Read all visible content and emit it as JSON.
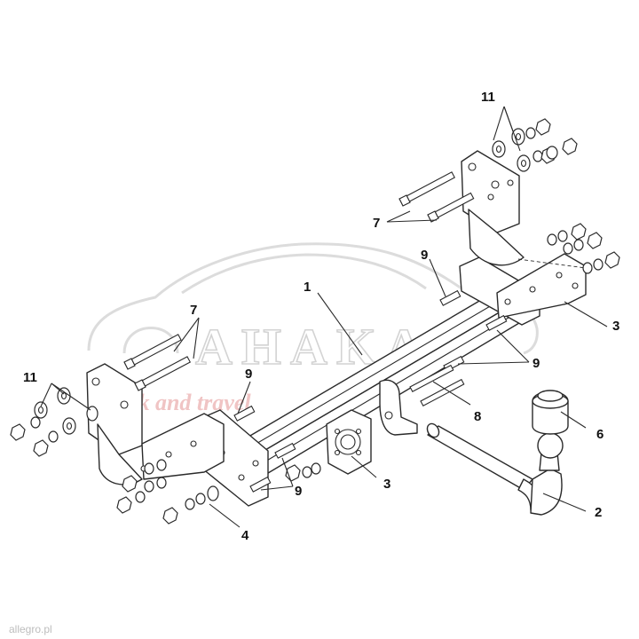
{
  "watermark": {
    "brand": "AHAKA",
    "tagline": "work and travel"
  },
  "footer": {
    "source": "allegro.pl"
  },
  "callouts": [
    {
      "id": "c1",
      "label": "1"
    },
    {
      "id": "c2",
      "label": "2"
    },
    {
      "id": "c3a",
      "label": "3"
    },
    {
      "id": "c3b",
      "label": "3"
    },
    {
      "id": "c4",
      "label": "4"
    },
    {
      "id": "c6",
      "label": "6"
    },
    {
      "id": "c7a",
      "label": "7"
    },
    {
      "id": "c7b",
      "label": "7"
    },
    {
      "id": "c8",
      "label": "8"
    },
    {
      "id": "c9a",
      "label": "9"
    },
    {
      "id": "c9b",
      "label": "9"
    },
    {
      "id": "c9c",
      "label": "9"
    },
    {
      "id": "c9d",
      "label": "9"
    },
    {
      "id": "c11a",
      "label": "11"
    },
    {
      "id": "c11b",
      "label": "11"
    }
  ],
  "colors": {
    "line": "#2a2a2a",
    "watermark": "#d3d3d3",
    "watermark_accent": "#f0c4c4"
  }
}
